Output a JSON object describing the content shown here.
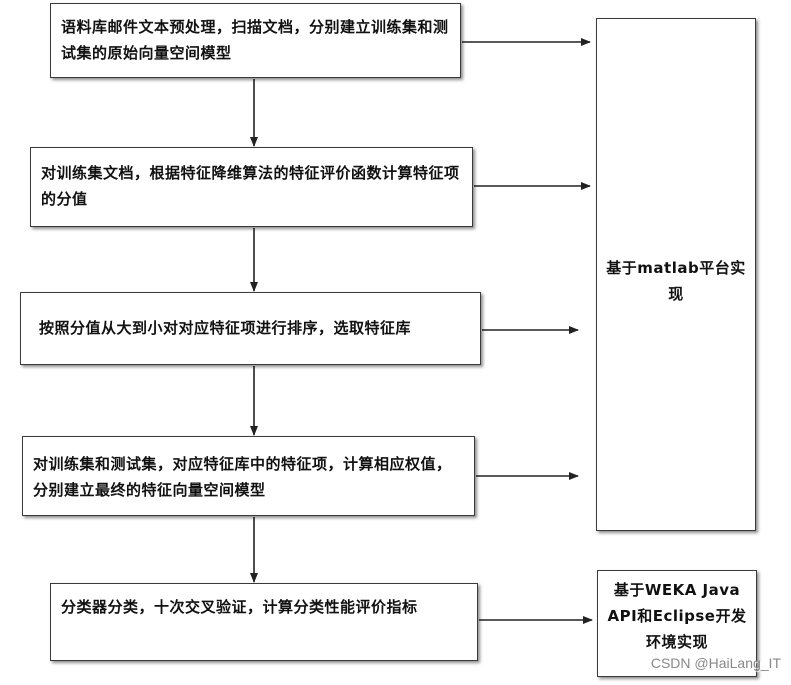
{
  "diagram": {
    "steps": [
      "语料库邮件文本预处理，扫描文档，分别建立训练集和测试集的原始向量空间模型",
      "对训练集文档，根据特征降维算法的特征评价函数计算特征项的分值",
      "按照分值从大到小对对应特征项进行排序，选取特征库",
      "对训练集和测试集，对应特征库中的特征项，计算相应权值，分别建立最终的特征向量空间模型",
      "分类器分类，十次交叉验证，计算分类性能评价指标"
    ],
    "implementations": [
      "基于matlab平台实现",
      "基于WEKA Java API和Eclipse开发环境实现"
    ]
  },
  "watermark": "CSDN @HaiLang_IT",
  "colors": {
    "border": "#3a3a3a",
    "arrow": "#222222",
    "text": "#111111",
    "watermark": "#888888"
  }
}
